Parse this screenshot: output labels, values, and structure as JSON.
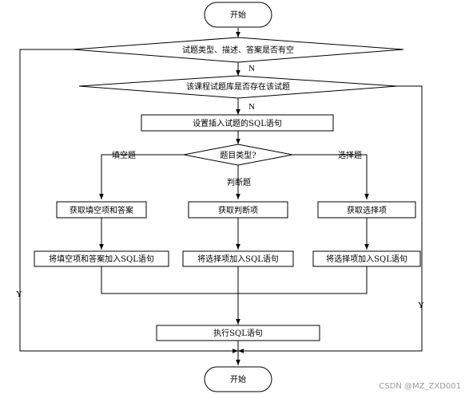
{
  "flowchart": {
    "start": "开始",
    "check_empty": "试题类型、描述、答案是否有空",
    "check_exists": "该课程试题库是否存在该试题",
    "set_sql": "设置插入试题的SQL语句",
    "question_type": "题目类型?",
    "get_blank": "获取填空项和答案",
    "get_judge": "获取判断项",
    "get_choice": "获取选择项",
    "add_blank": "将填空项和答案加入SQL语句",
    "add_judge": "将选择项加入SQL语句",
    "add_choice": "将选择项加入SQL语句",
    "execute_sql": "执行SQL语句",
    "end": "开始",
    "labels": {
      "n1": "N",
      "n2": "N",
      "y_left": "Y",
      "y_right": "Y",
      "branch_blank": "填空题",
      "branch_judge": "判断题",
      "branch_choice": "选择题"
    }
  },
  "watermark": "CSDN @MZ_ZXD001"
}
